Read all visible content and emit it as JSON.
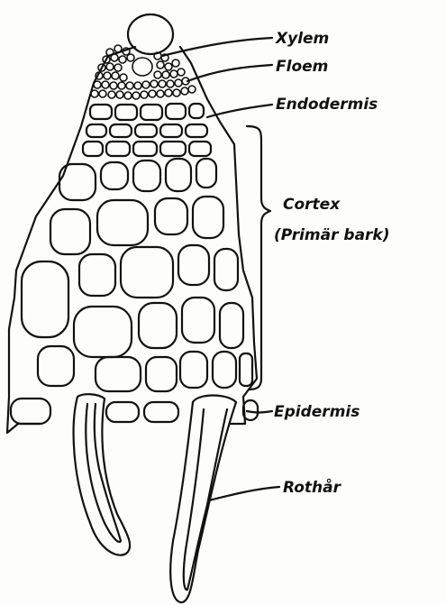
{
  "labels": {
    "xylem": "Xylem",
    "floem": "Floem",
    "endodermis": "Endodermis",
    "cortex_line1": "Cortex",
    "cortex_line2": "(Primär bark)",
    "epidermis": "Epidermis",
    "rothar": "Rothår"
  }
}
